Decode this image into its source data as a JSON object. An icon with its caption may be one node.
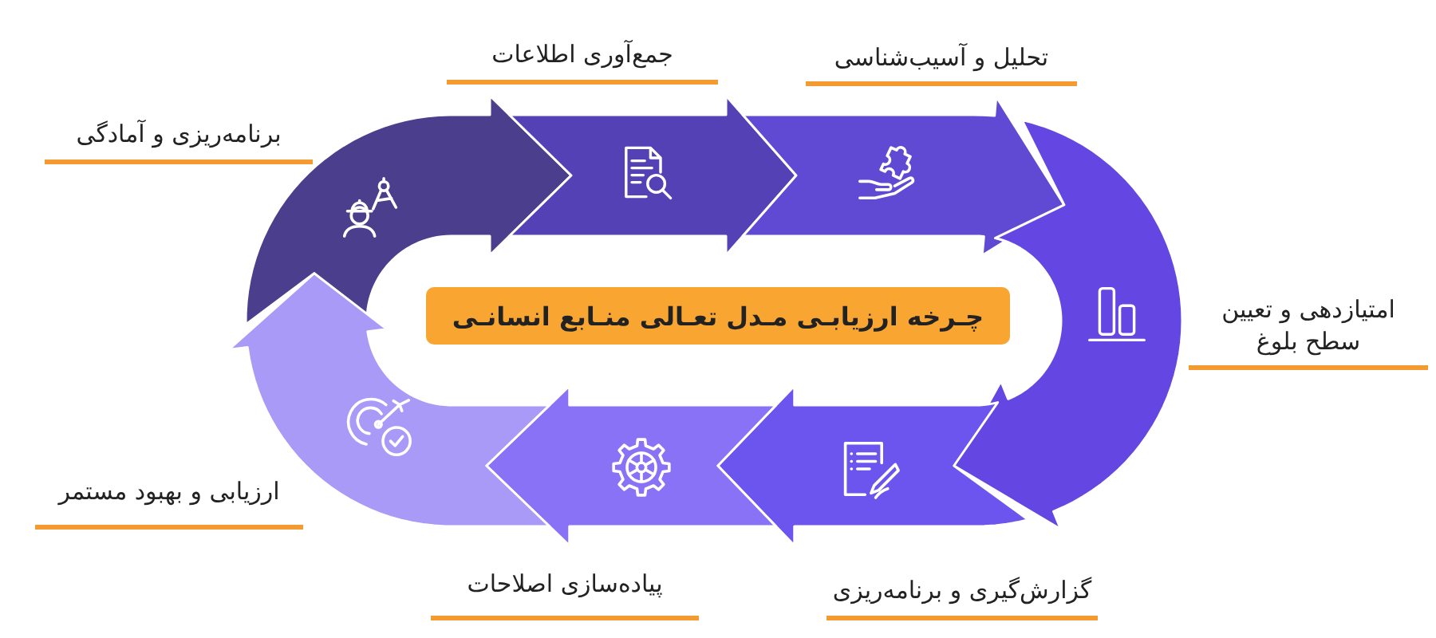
{
  "diagram": {
    "nodes": [
      {
        "text": [
          "چـرخه ارزیابـی مـدل تعـالی منـابع انسانـی"
        ]
      },
      {
        "text": [
          "برنامه‌ریزی و آمادگی"
        ]
      },
      {
        "text": [
          "جمع‌آوری اطلاعات"
        ]
      },
      {
        "text": [
          "تحلیل و آسیب‌شناسی"
        ]
      },
      {
        "text": [
          "امتیازدهی و تعیین سطح بلوغ"
        ]
      },
      {
        "text": [
          "گزارش‌گیری و برنامه‌ریزی"
        ]
      },
      {
        "text": [
          "پیاده‌سازی اصلاحات"
        ]
      },
      {
        "text": [
          "ارزیابی و بهبود مستمر"
        ]
      }
    ]
  }
}
